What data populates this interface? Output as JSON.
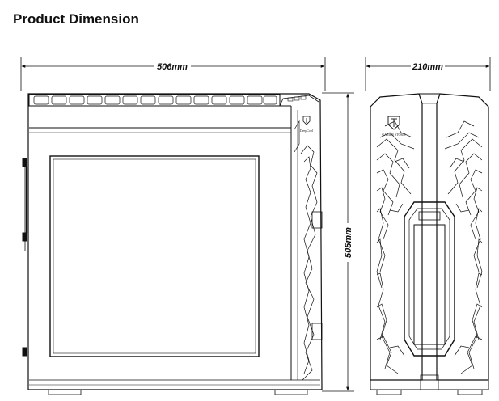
{
  "title": "Product Dimension",
  "dimensions": {
    "side_length": "506mm",
    "height": "505mm",
    "front_width": "210mm"
  },
  "branding": {
    "logo_icon": "deepcool-logo-icon",
    "side_label": "DeepCool",
    "front_label": "GAMER STORM"
  },
  "colors": {
    "line": "#111111",
    "background": "#ffffff"
  }
}
